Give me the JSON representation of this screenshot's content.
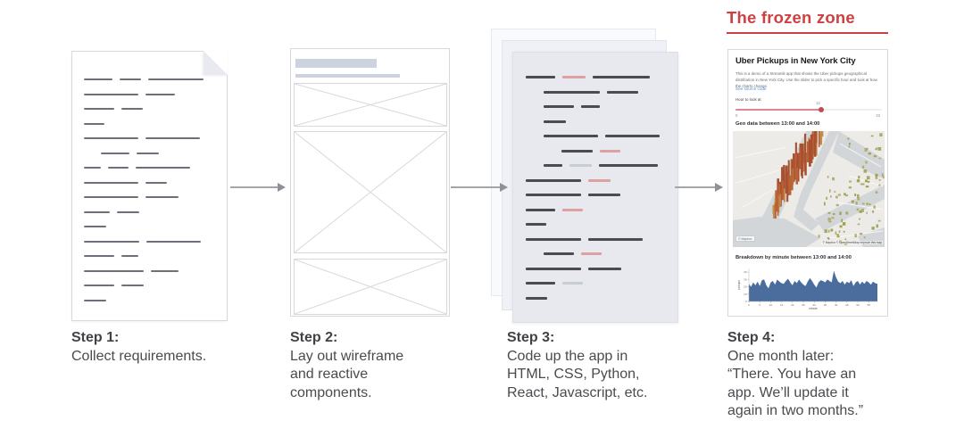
{
  "frozen_zone": {
    "title": "The frozen zone",
    "color": "#cf4040"
  },
  "captions": [
    {
      "title": "Step 1:",
      "lines": [
        "Collect requirements."
      ]
    },
    {
      "title": "Step 2:",
      "lines": [
        "Lay out wireframe",
        "and reactive",
        "components."
      ]
    },
    {
      "title": "Step 3:",
      "lines": [
        "Code up the app in",
        "HTML, CSS, Python,",
        "React, Javascript, etc."
      ]
    },
    {
      "title": "Step 4:",
      "lines": [
        "One month later:",
        "“There. You have an",
        "app. We’ll update it",
        "again in two months.”"
      ]
    }
  ],
  "document_sketch": {
    "line_color": "#6c7179",
    "lines": [
      {
        "ind": 0,
        "segs": [
          [
            32,
            "d"
          ],
          [
            24,
            "d"
          ],
          [
            62,
            "d"
          ]
        ]
      },
      {
        "ind": 0,
        "segs": [
          [
            61,
            "d"
          ],
          [
            33,
            "d"
          ]
        ]
      },
      {
        "ind": 0,
        "segs": [
          [
            34,
            "d"
          ],
          [
            24,
            "d"
          ]
        ]
      },
      {
        "ind": 0,
        "segs": [
          [
            23,
            "d"
          ]
        ]
      },
      {
        "ind": 0,
        "segs": [
          [
            61,
            "d"
          ],
          [
            61,
            "d"
          ]
        ]
      },
      {
        "ind": 19,
        "segs": [
          [
            32,
            "d"
          ],
          [
            25,
            "d"
          ]
        ]
      },
      {
        "ind": 0,
        "segs": [
          [
            19,
            "d"
          ],
          [
            23,
            "d"
          ],
          [
            61,
            "d"
          ]
        ]
      },
      {
        "ind": 0,
        "segs": [
          [
            61,
            "d"
          ],
          [
            24,
            "d"
          ]
        ]
      },
      {
        "ind": 0,
        "segs": [
          [
            61,
            "d"
          ],
          [
            37,
            "d"
          ]
        ]
      },
      {
        "ind": 0,
        "segs": [
          [
            29,
            "d"
          ],
          [
            25,
            "d"
          ]
        ]
      },
      {
        "ind": 0,
        "segs": [
          [
            25,
            "d"
          ]
        ]
      },
      {
        "ind": 0,
        "segs": [
          [
            62,
            "d"
          ],
          [
            61,
            "d"
          ]
        ]
      },
      {
        "ind": 0,
        "segs": [
          [
            34,
            "d"
          ],
          [
            19,
            "d"
          ]
        ]
      },
      {
        "ind": 0,
        "segs": [
          [
            67,
            "d"
          ],
          [
            31,
            "d"
          ]
        ]
      },
      {
        "ind": 0,
        "segs": [
          [
            34,
            "d"
          ],
          [
            25,
            "d"
          ]
        ]
      },
      {
        "ind": 0,
        "segs": [
          [
            25,
            "d"
          ]
        ]
      }
    ]
  },
  "code_sketch": {
    "colors": {
      "d": "#474c55",
      "r": "#dda1a1",
      "g": "#c7cdd5"
    },
    "lines": [
      {
        "ind": 0,
        "segs": [
          [
            33,
            "d"
          ],
          [
            26,
            "r"
          ],
          [
            64,
            "d"
          ]
        ]
      },
      {
        "ind": 20,
        "segs": [
          [
            63,
            "d"
          ],
          [
            35,
            "d"
          ]
        ]
      },
      {
        "ind": 20,
        "segs": [
          [
            34,
            "d"
          ],
          [
            21,
            "d"
          ]
        ]
      },
      {
        "ind": 20,
        "segs": [
          [
            25,
            "d"
          ]
        ]
      },
      {
        "ind": 20,
        "segs": [
          [
            61,
            "d"
          ],
          [
            61,
            "d"
          ]
        ]
      },
      {
        "ind": 40,
        "segs": [
          [
            35,
            "d"
          ],
          [
            23,
            "r"
          ]
        ]
      },
      {
        "ind": 20,
        "segs": [
          [
            21,
            "d"
          ],
          [
            25,
            "g"
          ],
          [
            66,
            "d"
          ]
        ]
      },
      {
        "ind": 0,
        "segs": [
          [
            62,
            "d"
          ],
          [
            25,
            "r"
          ]
        ]
      },
      {
        "ind": 0,
        "segs": [
          [
            62,
            "d"
          ],
          [
            36,
            "d"
          ]
        ]
      },
      {
        "ind": 0,
        "segs": [
          [
            33,
            "d"
          ],
          [
            23,
            "r"
          ]
        ]
      },
      {
        "ind": 0,
        "segs": [
          [
            23,
            "d"
          ]
        ]
      },
      {
        "ind": 0,
        "segs": [
          [
            62,
            "d"
          ],
          [
            61,
            "d"
          ]
        ]
      },
      {
        "ind": 20,
        "segs": [
          [
            34,
            "d"
          ],
          [
            23,
            "r"
          ]
        ]
      },
      {
        "ind": 0,
        "segs": [
          [
            62,
            "d"
          ],
          [
            37,
            "d"
          ]
        ]
      },
      {
        "ind": 0,
        "segs": [
          [
            33,
            "d"
          ],
          [
            23,
            "g"
          ]
        ]
      },
      {
        "ind": 0,
        "segs": [
          [
            24,
            "d"
          ]
        ]
      }
    ]
  },
  "app": {
    "title": "Uber Pickups in New York City",
    "description": "This is a demo of a Streamlit app that shows the Uber pickups geographical distribution in New York City. Use the slider to pick a specific hour and look at how the charts change.",
    "link": "See source code",
    "slider_label": "Hour to look at",
    "slider_value": "13",
    "slider_min": "0",
    "slider_max": "23",
    "geo_header": "Geo data between 13:00 and 14:00",
    "breakdown_header": "Breakdown by minute between 13:00 and 14:00",
    "map": {
      "badge": "© Mapbox",
      "attribution": "© Mapbox © OpenStreetMap Improve this map"
    }
  },
  "chart_data": {
    "type": "area",
    "title": "Breakdown by minute between 13:00 and 14:00",
    "xlabel": "minute",
    "ylabel": "pickups",
    "color": "#4a6d9d",
    "ylim": [
      0,
      45
    ],
    "y_ticks": [
      0,
      10,
      20,
      30,
      40
    ],
    "x_ticks": [
      0,
      5,
      10,
      15,
      20,
      25,
      30,
      35,
      40,
      45,
      50,
      55
    ],
    "values": [
      24,
      20,
      26,
      22,
      27,
      21,
      29,
      30,
      22,
      18,
      26,
      28,
      23,
      30,
      27,
      25,
      24,
      28,
      31,
      26,
      22,
      28,
      25,
      30,
      26,
      23,
      21,
      27,
      32,
      28,
      23,
      19,
      26,
      29,
      28,
      26,
      30,
      28,
      26,
      42,
      33,
      27,
      25,
      28,
      23,
      27,
      25,
      29,
      21,
      26,
      28,
      23,
      27,
      24,
      28,
      26,
      23,
      27,
      25,
      24
    ]
  }
}
